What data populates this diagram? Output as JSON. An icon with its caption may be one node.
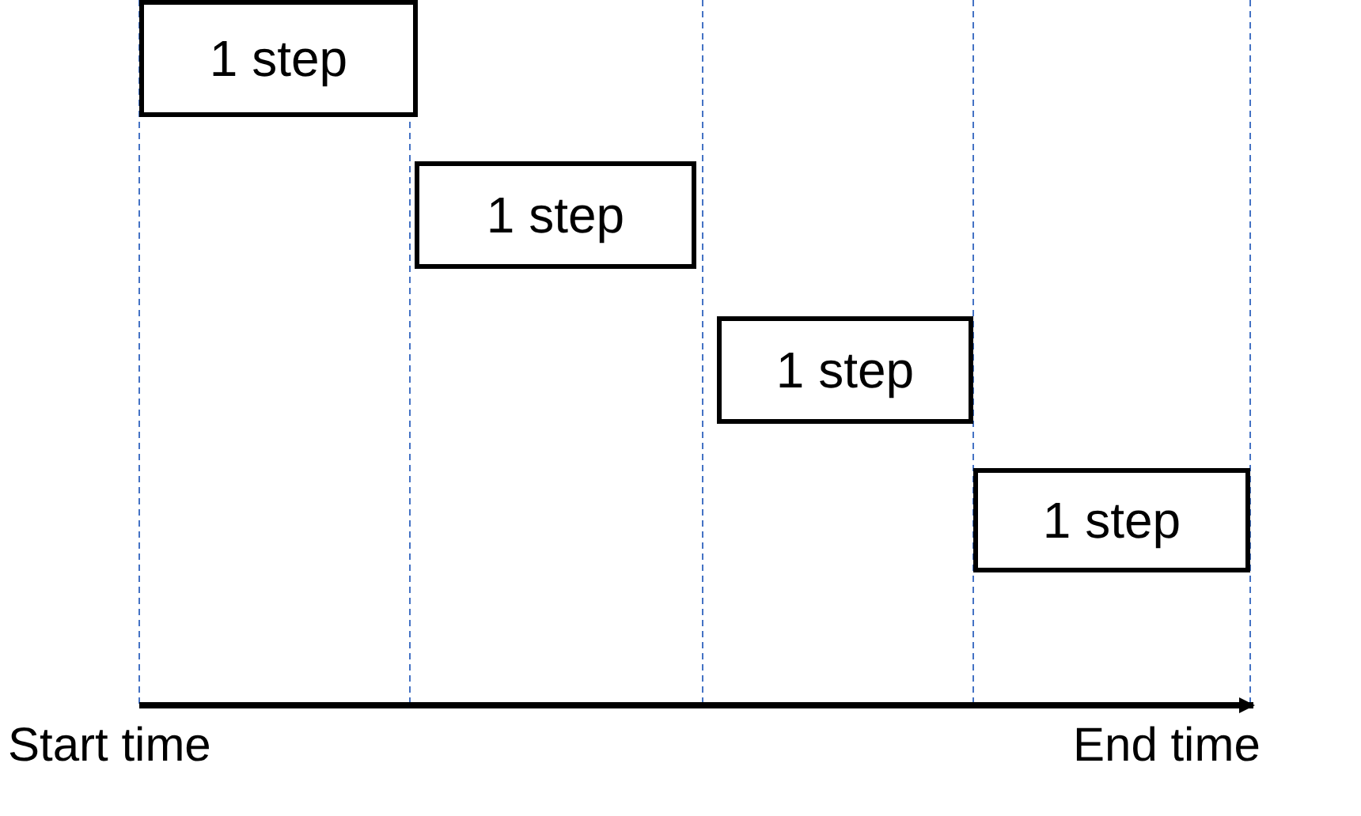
{
  "diagram": {
    "nodes": [
      {
        "text": [
          "1 step"
        ]
      },
      {
        "text": [
          "1 step"
        ]
      },
      {
        "text": [
          "1 step"
        ]
      },
      {
        "text": [
          "1 step"
        ]
      }
    ],
    "labels": [
      "Start time",
      "End time"
    ]
  }
}
